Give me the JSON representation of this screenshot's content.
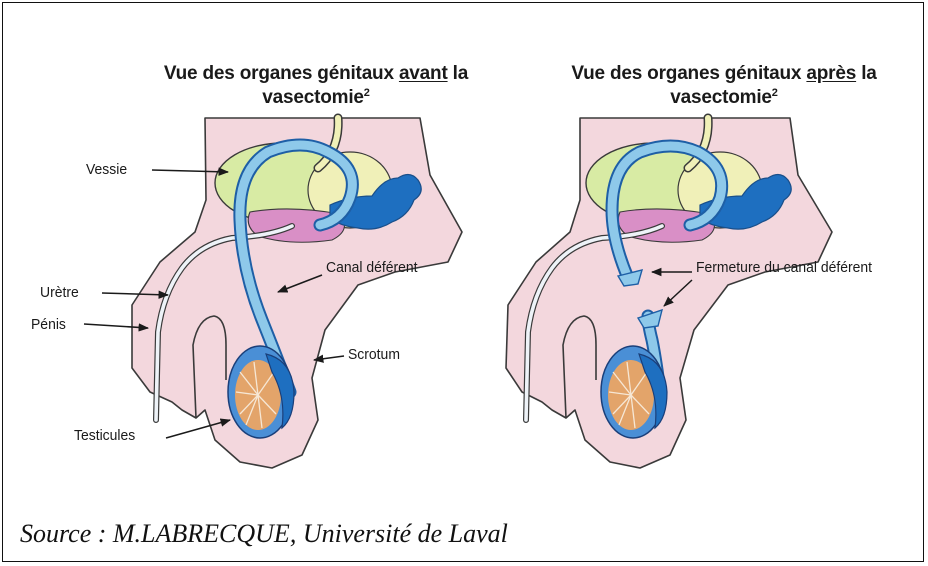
{
  "left_panel": {
    "title_pre": "Vue des organes génitaux",
    "title_emph": "avant",
    "title_post": "la",
    "title_line2": "vasectomie",
    "title_sup": "2",
    "labels": {
      "vessie": "Vessie",
      "canal": "Canal déférent",
      "uretre": "Urètre",
      "penis": "Pénis",
      "scrotum": "Scrotum",
      "testicules": "Testicules"
    }
  },
  "right_panel": {
    "title_pre": "Vue des organes génitaux",
    "title_emph": "après",
    "title_post": "la",
    "title_line2": "vasectomie",
    "title_sup": "2",
    "labels": {
      "fermeture": "Fermeture du canal déférent"
    }
  },
  "source": "Source : M.LABRECQUE, Université de Laval",
  "colors": {
    "skin": "#f3d7dd",
    "skin_outline": "#3a3a3a",
    "bladder": "#d8eba4",
    "prostate_yellow": "#f0f0b8",
    "vas_light": "#8ec9ea",
    "vas_dark": "#1e6fc0",
    "testis_blue": "#4a8fd6",
    "testis_orange": "#e3a46a",
    "pink_gland": "#d98fc6"
  }
}
